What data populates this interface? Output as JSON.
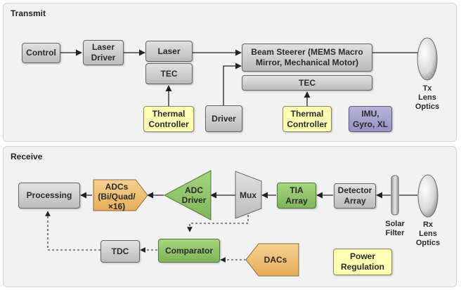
{
  "transmit": {
    "title": "Transmit",
    "control": "Control",
    "laser_driver": "Laser\nDriver",
    "laser": "Laser",
    "tec_laser": "TEC",
    "beam_steerer": "Beam Steerer (MEMS Macro\nMirror, Mechanical Motor)",
    "tec_steerer": "TEC",
    "thermal_controller_1": "Thermal\nController",
    "driver": "Driver",
    "thermal_controller_2": "Thermal\nController",
    "imu": "IMU,\nGyro, XL",
    "tx_optics": "Tx\nLens\nOptics"
  },
  "receive": {
    "title": "Receive",
    "processing": "Processing",
    "adcs_line1": "ADCs",
    "adcs_line2": "(Bi/Quad/",
    "adcs_line3": "×16)",
    "adc_driver_line1": "ADC",
    "adc_driver_line2": "Driver",
    "mux": "Mux",
    "tia_array": "TIA\nArray",
    "detector_array": "Detector\nArray",
    "solar_filter": "Solar\nFilter",
    "rx_optics": "Rx\nLens\nOptics",
    "tdc": "TDC",
    "comparator": "Comparator",
    "dacs": "DACs",
    "power_regulation": "Power\nRegulation"
  },
  "colors": {
    "gray_block": "#c9c9c9",
    "thermal_yellow": "#ffffb3",
    "imu_purple": "#a8a4d0",
    "amp_green": "#8fc66a",
    "adc_orange": "#f2c27a"
  }
}
